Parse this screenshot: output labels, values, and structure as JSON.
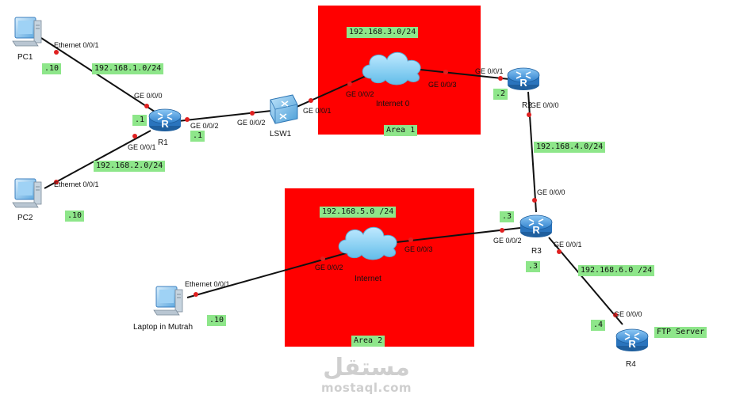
{
  "areas": [
    {
      "id": "area1",
      "label": "Area 1",
      "color": "#ff0000"
    },
    {
      "id": "area2",
      "label": "Area 2",
      "color": "#ff0000"
    }
  ],
  "devices": {
    "pc1": {
      "name": "PC1",
      "type": "pc"
    },
    "pc2": {
      "name": "PC2",
      "type": "pc"
    },
    "r1": {
      "name": "R1",
      "type": "router"
    },
    "lsw1": {
      "name": "LSW1",
      "type": "switch"
    },
    "cloud1": {
      "name": "Internet 0",
      "type": "cloud"
    },
    "r2": {
      "name": "R2",
      "type": "router"
    },
    "cloud2": {
      "name": "Internet",
      "type": "cloud"
    },
    "r3": {
      "name": "R3",
      "type": "router"
    },
    "laptop": {
      "name": "Laptop in Mutrah",
      "type": "pc"
    },
    "r4": {
      "name": "R4",
      "type": "router"
    }
  },
  "ports": {
    "pc1_eth": "Ethernet 0/0/1",
    "pc2_eth": "Ethernet 0/0/1",
    "r1_g000": "GE 0/0/0",
    "r1_g001": "GE 0/0/1",
    "r1_g002": "GE 0/0/2",
    "lsw_g002": "GE 0/0/2",
    "lsw_g001": "GE 0/0/1",
    "c1_g002": "GE 0/0/2",
    "c1_g003": "GE 0/0/3",
    "r2_g001": "GE 0/0/1",
    "r2_g000": "GE 0/0/0",
    "r3_g000": "GE 0/0/0",
    "r3_g002": "GE 0/0/2",
    "r3_g001": "GE 0/0/1",
    "c2_g003": "GE 0/0/3",
    "c2_g002": "GE 0/0/2",
    "laptop_eth": "Ethernet 0/0/1",
    "r4_g000": "GE 0/0/0"
  },
  "subnets": {
    "net1": "192.168.1.0/24",
    "net2": "192.168.2.0/24",
    "net3": "192.168.3.0/24",
    "net4": "192.168.4.0/24",
    "net5": "192.168.5.0 /24",
    "net6": "192.168.6.0 /24",
    "ftp": "FTP Server"
  },
  "hosts": {
    "pc1": ".10",
    "pc2": ".10",
    "r1_a": ".1",
    "r1_b": ".1",
    "r2": ".2",
    "r3_a": ".3",
    "r3_b": ".3",
    "laptop": ".10",
    "r4": ".4"
  },
  "colors": {
    "area": "#ff0000",
    "tag": "#8ee68a",
    "link": "#111111",
    "endpoint": "#e02020",
    "router": "#3a8fd9",
    "cloud": "#7ecbf2"
  },
  "watermark": {
    "arabic": "مستقل",
    "latin": "mostaql.com"
  }
}
